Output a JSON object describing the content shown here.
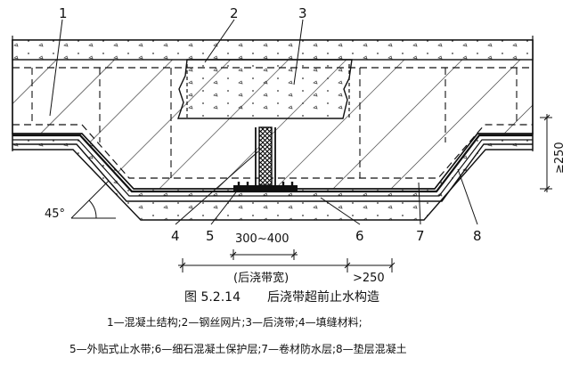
{
  "callouts": [
    "1",
    "2",
    "3",
    "4",
    "5",
    "6",
    "7",
    "8"
  ],
  "angle_label": "45°",
  "dimensions": {
    "width_range": "300~400",
    "band_width": "(后浇带宽)",
    "overlap": ">250",
    "depth": "≥250"
  },
  "caption": {
    "number": "图 5.2.14",
    "title": "后浇带超前止水构造"
  },
  "legend": {
    "line1": "1—混凝土结构;2—钢丝网片;3—后浇带;4—填缝材料;",
    "line2": "5—外贴式止水带;6—细石混凝土保护层;7—卷材防水层;8—垫层混凝土"
  }
}
